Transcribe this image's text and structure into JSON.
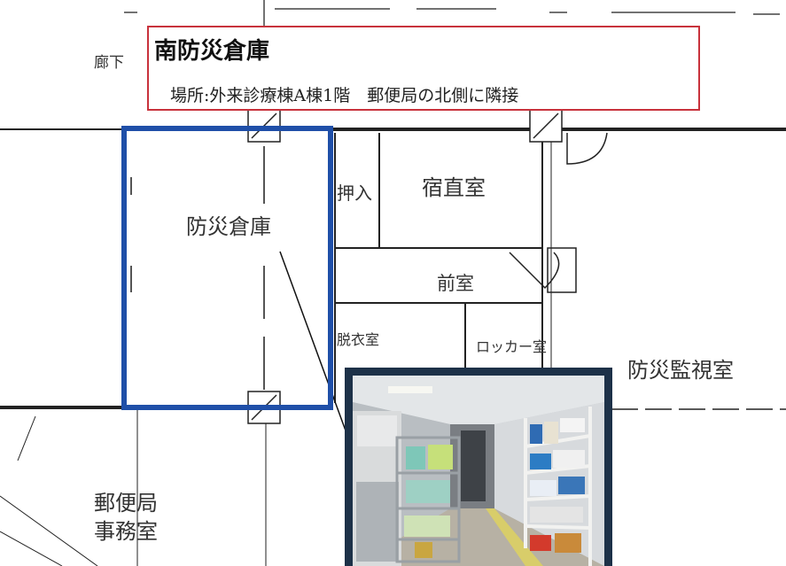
{
  "header": {
    "corridor_label": "廊下",
    "title": "南防災倉庫",
    "location": "場所:外来診療棟A棟1階　郵便局の北側に隣接"
  },
  "rooms": {
    "storage": "防災倉庫",
    "closet": "押入",
    "night_duty": "宿直室",
    "anteroom": "前室",
    "changing": "脱衣室",
    "locker": "ロッカー室",
    "monitoring": "防災監視室",
    "post_office_line1": "郵便局",
    "post_office_line2": "事務室"
  },
  "colors": {
    "highlight_border": "#1f4fa8",
    "title_border": "#c8323c",
    "photo_frame": "#1d3148"
  },
  "photo": {
    "subject": "storage-room-interior-photo"
  }
}
